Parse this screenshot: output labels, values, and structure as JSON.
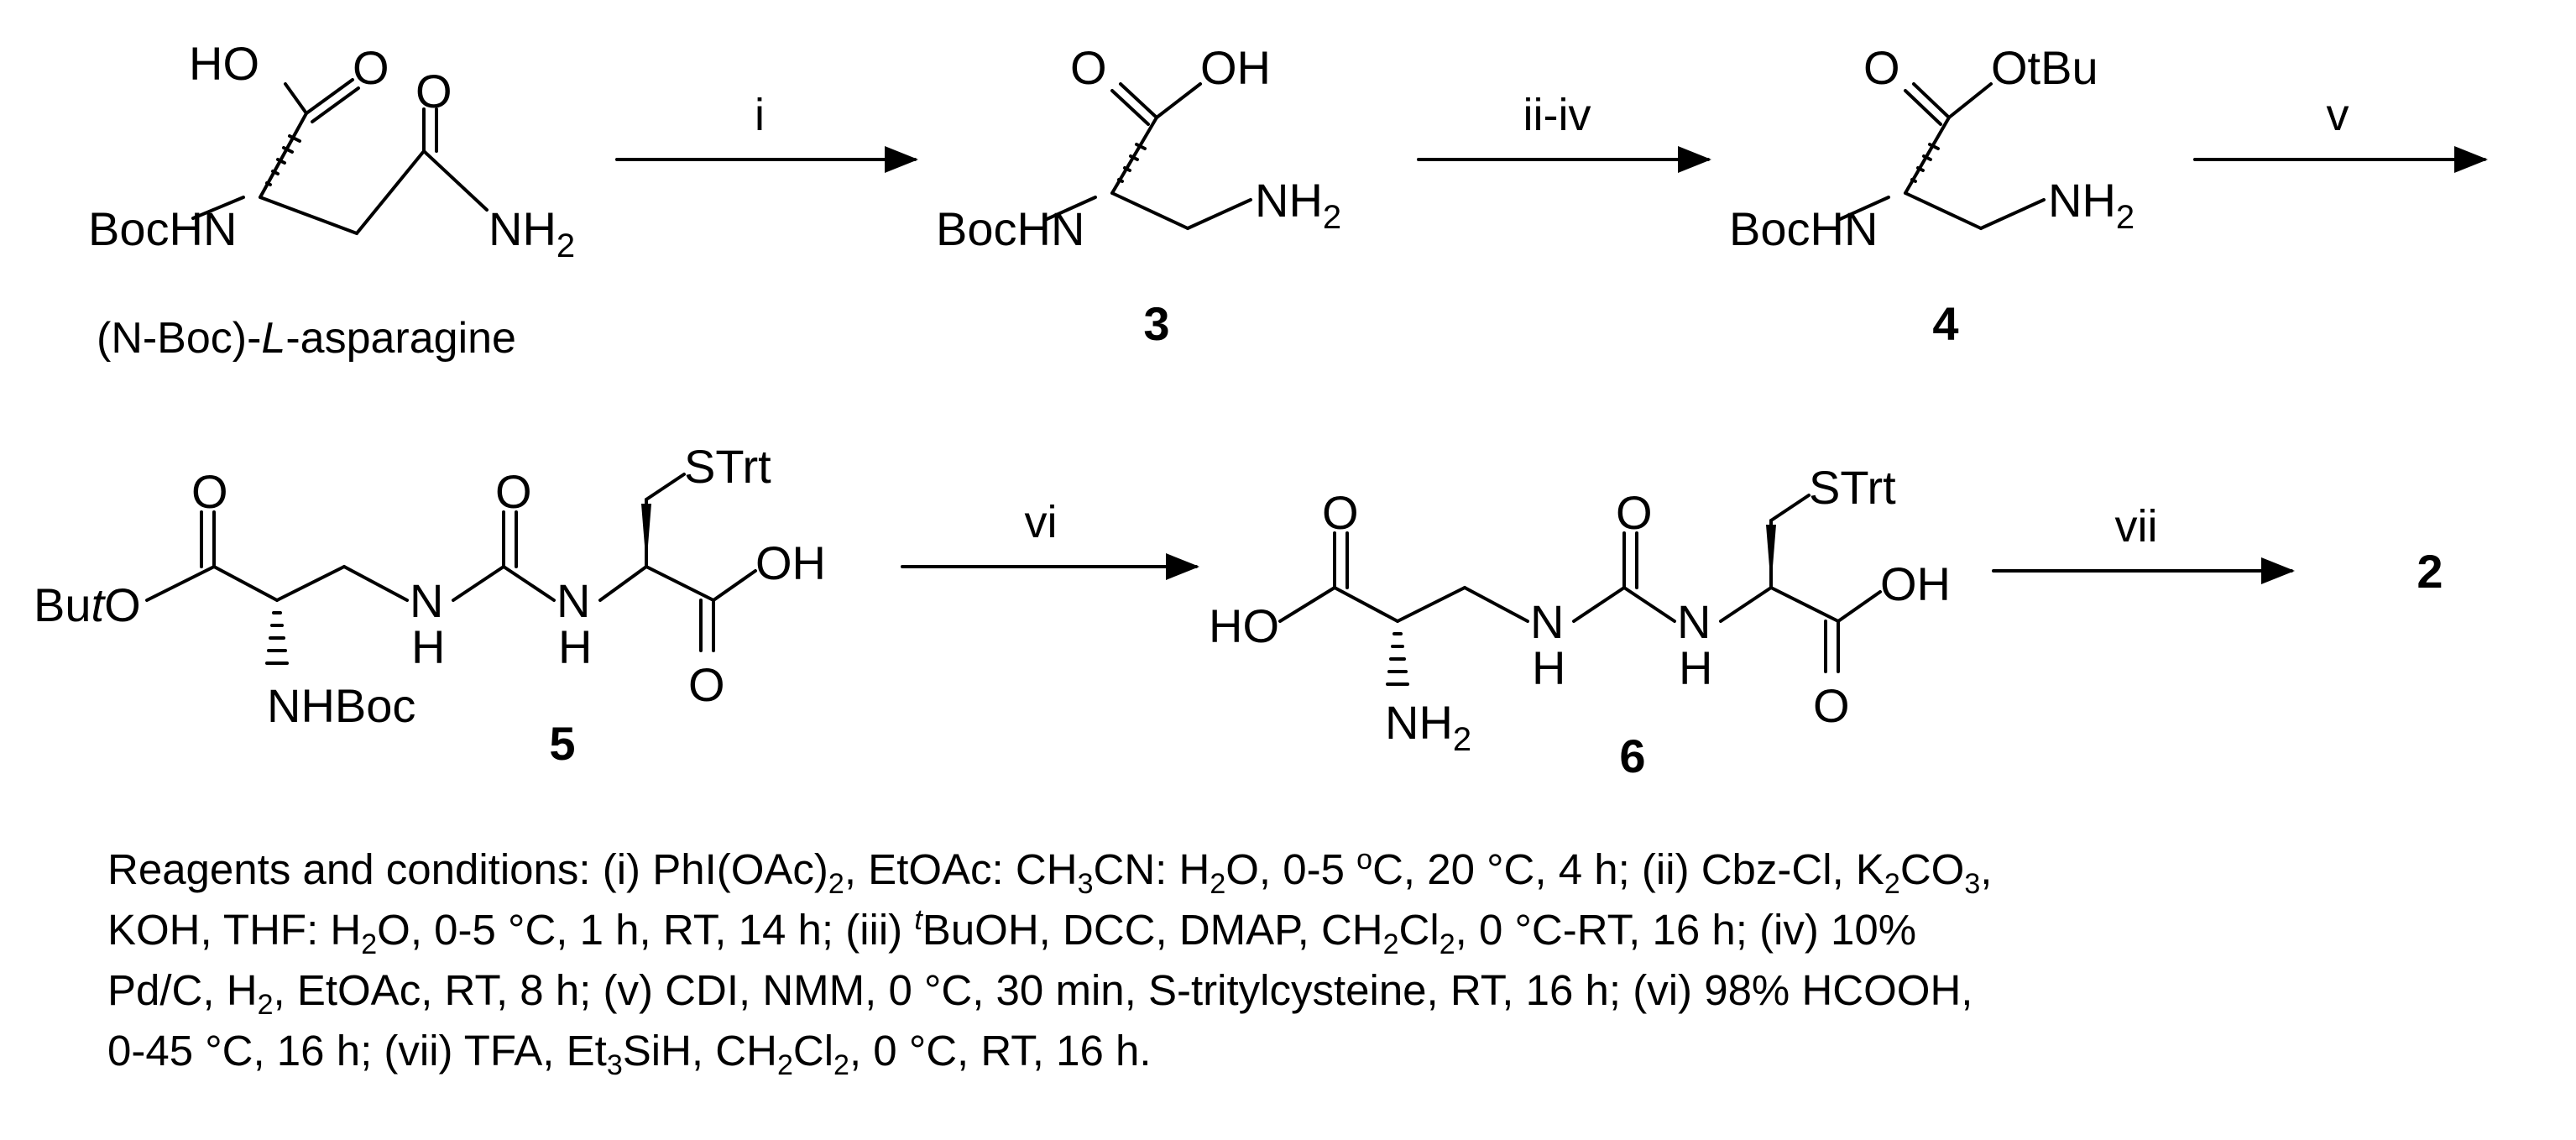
{
  "reaction_conditions": {
    "step_i": "i",
    "step_ii_iv": "ii-iv",
    "step_v": "v",
    "step_vi": "vi",
    "step_vii": "vii"
  },
  "compounds": {
    "start": {
      "name": "(N-Boc)-L-asparagine",
      "prefix": "(N-Boc)-",
      "italic": "L",
      "suffix": "-asparagine"
    },
    "c3": {
      "number": "3"
    },
    "c4": {
      "number": "4"
    },
    "c5": {
      "number": "5"
    },
    "c6": {
      "number": "6"
    },
    "c2": {
      "number": "2"
    }
  },
  "groups": {
    "ho": "HO",
    "oh": "OH",
    "o": "O",
    "bochn": "BocHN",
    "nhboc": "NHBoc",
    "nh2": "NH",
    "sub2": "2",
    "otbu": "OtBu",
    "but": "Bu",
    "t_italic": "t",
    "strt": "STrt",
    "n": "N",
    "h": "H"
  },
  "caption": {
    "line1_a": "Reagents and conditions: (i) PhI(OAc)",
    "line1_sub1": "2",
    "line1_b": ", EtOAc: CH",
    "line1_sub2": "3",
    "line1_c": "CN: H",
    "line1_sub3": "2",
    "line1_d": "O, 0-5 ",
    "line1_sup1": "o",
    "line1_e": "C, 20 °C, 4 h; (ii) Cbz-Cl, K",
    "line1_sub4": "2",
    "line1_f": "CO",
    "line1_sub5": "3",
    "line1_g": ",",
    "line2_a": "KOH, THF: H",
    "line2_sub1": "2",
    "line2_b": "O, 0-5 °C, 1 h, RT,  14 h; (iii) ",
    "line2_sup1": "t",
    "line2_c": "BuOH, DCC, DMAP,  CH",
    "line2_sub2": "2",
    "line2_d": "Cl",
    "line2_sub3": "2",
    "line2_e": ", 0 °C-RT,  16 h; (iv) 10%",
    "line3": "Pd/C,  H",
    "line3_sub1": "2",
    "line3_b": ", EtOAc, RT,  8 h; (v) CDI, NMM, 0 °C, 30 min, S-tritylcysteine, RT,  16 h; (vi) 98% HCOOH,",
    "line4_a": "0-45 °C, 16 h; (vii)  TFA,  Et",
    "line4_sub1": "3",
    "line4_b": "SiH, CH",
    "line4_sub2": "2",
    "line4_c": "Cl",
    "line4_sub3": "2",
    "line4_d": ", 0 °C, RT,  16 h."
  }
}
